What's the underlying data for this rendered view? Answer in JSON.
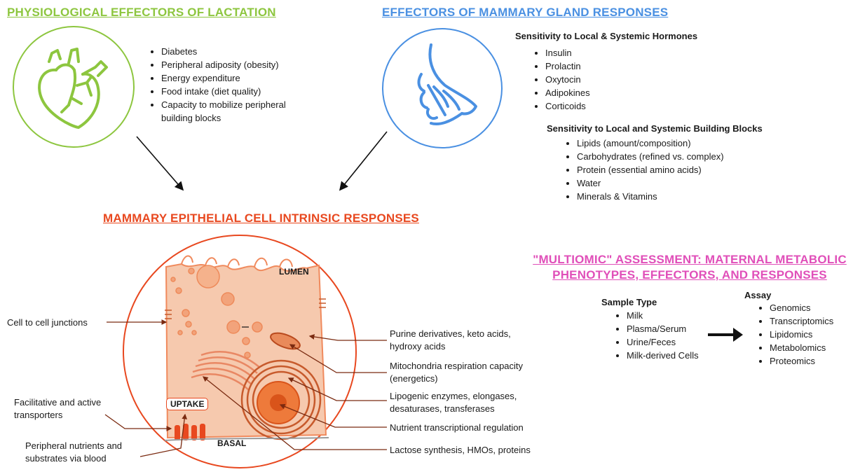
{
  "physiological": {
    "title": "PHYSIOLOGICAL EFFECTORS OF LACTATION",
    "items": [
      "Diabetes",
      "Peripheral adiposity (obesity)",
      "Energy expenditure",
      "Food intake (diet quality)",
      "Capacity to mobilize peripheral building blocks"
    ],
    "icon": "heart-icon",
    "color": "#8dc63f"
  },
  "mammary": {
    "title": "EFFECTORS OF MAMMARY GLAND RESPONSES",
    "hormones_title": "Sensitivity to Local & Systemic Hormones",
    "hormones": [
      "Insulin",
      "Prolactin",
      "Oxytocin",
      "Adipokines",
      "Corticoids"
    ],
    "blocks_title": "Sensitivity to Local and Systemic Building Blocks",
    "blocks": [
      "Lipids (amount/composition)",
      "Carbohydrates (refined vs. complex)",
      "Protein (essential amino acids)",
      "Water",
      "Minerals & Vitamins"
    ],
    "icon": "breast-icon",
    "color": "#4a90e2"
  },
  "epithelial": {
    "title": "MAMMARY EPITHELIAL CELL INTRINSIC RESPONSES",
    "lumen": "LUMEN",
    "basal": "BASAL",
    "uptake": "UPTAKE",
    "color": "#e8481f",
    "left_labels": {
      "junctions": "Cell to cell junctions",
      "transporters": "Facilitative and active transporters",
      "nutrients": "Peripheral nutrients and substrates via blood"
    },
    "right_labels": {
      "purine": "Purine derivatives, keto acids, hydroxy acids",
      "mito": "Mitochondria respiration capacity (energetics)",
      "lipogenic": "Lipogenic enzymes, elongases, desaturases, transferases",
      "nutrient": "Nutrient transcriptional regulation",
      "lactose": "Lactose synthesis, HMOs, proteins"
    }
  },
  "multiomic": {
    "title_line1": "\"MULTIOMIC\" ASSESSMENT: MATERNAL METABOLIC",
    "title_line2": "PHENOTYPES, EFFECTORS, AND RESPONSES",
    "sample_title": "Sample Type",
    "samples": [
      "Milk",
      "Plasma/Serum",
      "Urine/Feces",
      "Milk-derived Cells"
    ],
    "assay_title": "Assay",
    "assays": [
      "Genomics",
      "Transcriptomics",
      "Lipidomics",
      "Metabolomics",
      "Proteomics"
    ],
    "color": "#e04fb9"
  }
}
